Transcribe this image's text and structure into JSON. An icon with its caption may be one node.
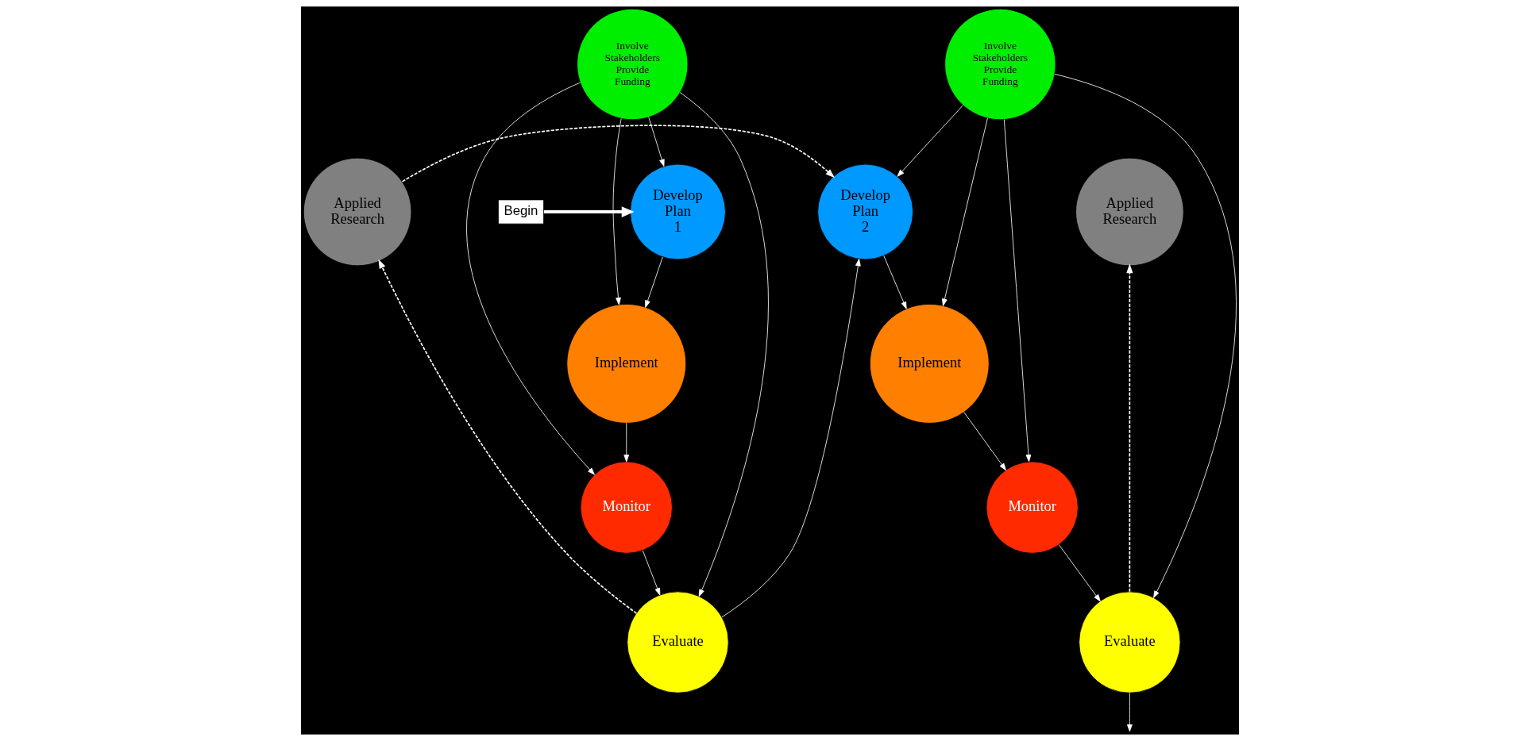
{
  "diagram": {
    "nodes": [
      {
        "text": [
          "Begin"
        ]
      },
      {
        "text": [
          "Develop Plan 1"
        ]
      },
      {
        "text": [
          "Applied Research"
        ]
      },
      {
        "text": [
          "Develop Plan 2"
        ]
      },
      {
        "text": [
          "Applied Research"
        ]
      },
      {
        "text": [
          "Evaluate"
        ]
      },
      {
        "text": [
          "Involve Stakeholders Provide Funding"
        ]
      },
      {
        "text": [
          "Evaluate"
        ]
      },
      {
        "text": [
          "Involve Stakeholders Provide Funding"
        ]
      },
      {
        "text": [
          "Monitor"
        ]
      },
      {
        "text": [
          "Implement"
        ]
      },
      {
        "text": [
          "Monitor"
        ]
      },
      {
        "text": [
          "Implement"
        ]
      }
    ],
    "edges": [
      {
        "from": 0,
        "to": 1,
        "arrow": "to",
        "style": "thick"
      },
      {
        "from": 1,
        "to": 10,
        "arrow": "to"
      },
      {
        "from": 6,
        "to": 1,
        "arrow": "to"
      },
      {
        "from": 6,
        "to": 5,
        "arrow": "to"
      },
      {
        "from": 6,
        "to": 9,
        "arrow": "to"
      },
      {
        "from": 6,
        "to": 10,
        "arrow": "to"
      },
      {
        "from": 10,
        "to": 9,
        "arrow": "to"
      },
      {
        "from": 9,
        "to": 5,
        "arrow": "to"
      },
      {
        "from": 5,
        "to": 2,
        "arrow": "to",
        "style": "dashed"
      },
      {
        "from": 5,
        "to": 3,
        "arrow": "to"
      },
      {
        "from": 2,
        "to": 3,
        "arrow": "to",
        "style": "dashed"
      },
      {
        "from": 3,
        "to": 12,
        "arrow": "to"
      },
      {
        "from": 8,
        "to": 3,
        "arrow": "to"
      },
      {
        "from": 8,
        "to": 7,
        "arrow": "to"
      },
      {
        "from": 8,
        "to": 11,
        "arrow": "to"
      },
      {
        "from": 8,
        "to": 12,
        "arrow": "to"
      },
      {
        "from": 12,
        "to": 11,
        "arrow": "to"
      },
      {
        "from": 11,
        "to": 7,
        "arrow": "to"
      },
      {
        "from": 7,
        "to": 4,
        "arrow": "to",
        "style": "dashed"
      },
      {
        "from": 7,
        "to": null,
        "arrow": "to"
      }
    ]
  }
}
